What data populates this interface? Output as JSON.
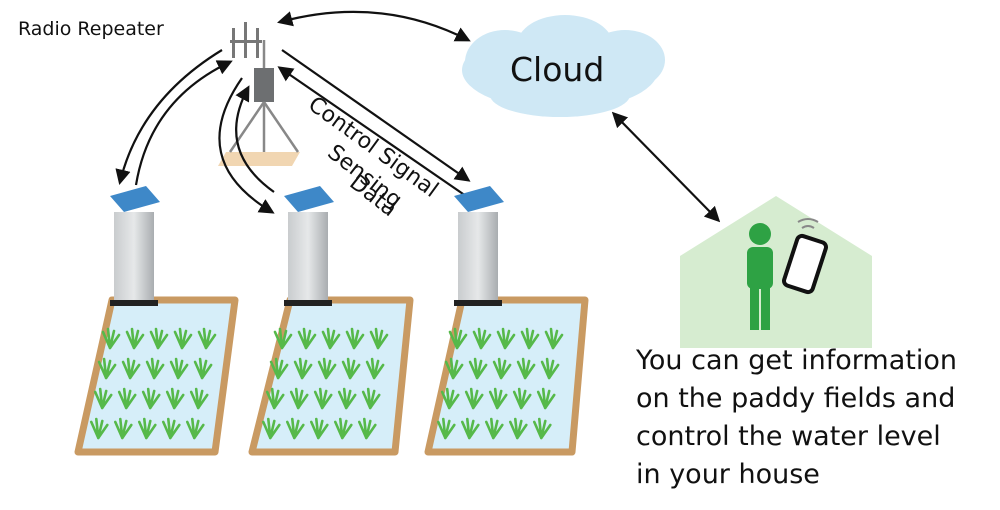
{
  "labels": {
    "radio_repeater": "Radio Repeater",
    "cloud": "Cloud",
    "control_signal": "Control Signal",
    "sensing": "Sensing",
    "data": "Data"
  },
  "info_text": [
    "You can get information",
    "on the paddy fields and",
    "control the water level",
    "in your house"
  ],
  "colors": {
    "cloud": "#cfe8f5",
    "house": "#d6ecd0",
    "person": "#2ea244",
    "field_water": "#d6eef9",
    "field_border": "#c99a62",
    "solar_panel": "#3e88c8",
    "sensor_post": "#b8bcbf",
    "grass": "#56b94a"
  }
}
